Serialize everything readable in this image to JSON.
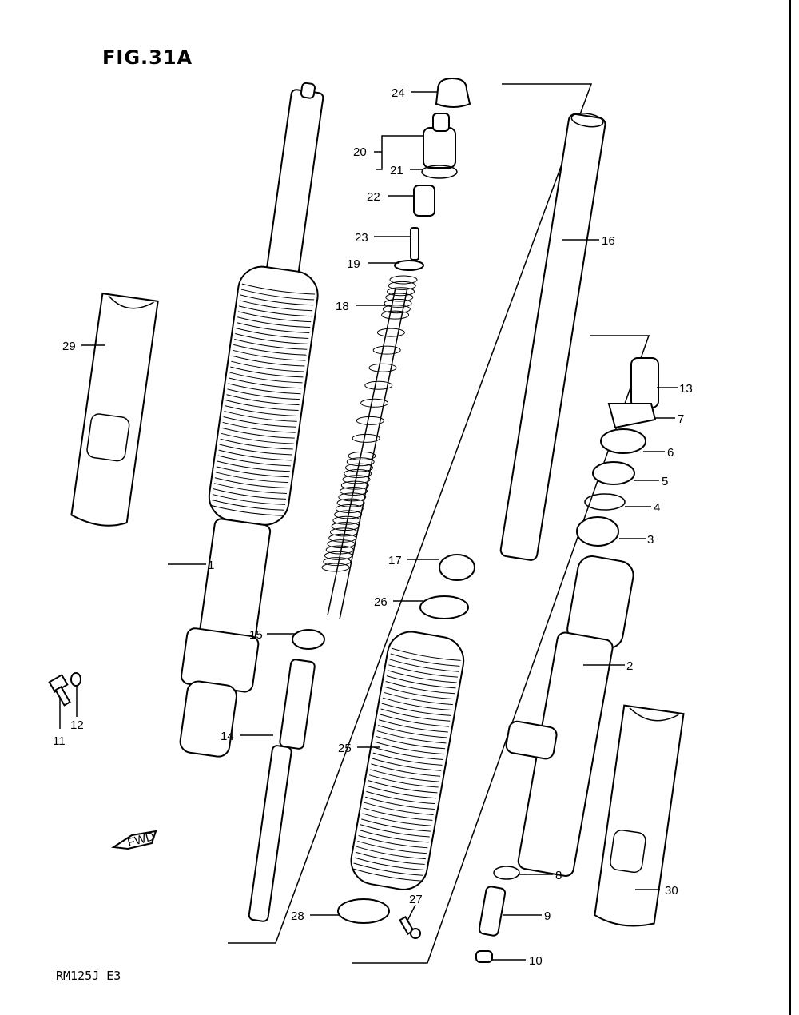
{
  "figure": {
    "title": "FIG.31A",
    "model_code": "RM125J  E3",
    "fwd_label": "FWD"
  },
  "callouts": [
    {
      "id": "1",
      "text": "1"
    },
    {
      "id": "2",
      "text": "2"
    },
    {
      "id": "3",
      "text": "3"
    },
    {
      "id": "4",
      "text": "4"
    },
    {
      "id": "5",
      "text": "5"
    },
    {
      "id": "6",
      "text": "6"
    },
    {
      "id": "7",
      "text": "7"
    },
    {
      "id": "8",
      "text": "8"
    },
    {
      "id": "9",
      "text": "9"
    },
    {
      "id": "10",
      "text": "10"
    },
    {
      "id": "11",
      "text": "11"
    },
    {
      "id": "12",
      "text": "12"
    },
    {
      "id": "13",
      "text": "13"
    },
    {
      "id": "14",
      "text": "14"
    },
    {
      "id": "15",
      "text": "15"
    },
    {
      "id": "16",
      "text": "16"
    },
    {
      "id": "17",
      "text": "17"
    },
    {
      "id": "18",
      "text": "18"
    },
    {
      "id": "19",
      "text": "19"
    },
    {
      "id": "20",
      "text": "20"
    },
    {
      "id": "21",
      "text": "21"
    },
    {
      "id": "22",
      "text": "22"
    },
    {
      "id": "23",
      "text": "23"
    },
    {
      "id": "24",
      "text": "24"
    },
    {
      "id": "25",
      "text": "25"
    },
    {
      "id": "26",
      "text": "26"
    },
    {
      "id": "27",
      "text": "27"
    },
    {
      "id": "28",
      "text": "28"
    },
    {
      "id": "29",
      "text": "29"
    },
    {
      "id": "30",
      "text": "30"
    }
  ]
}
